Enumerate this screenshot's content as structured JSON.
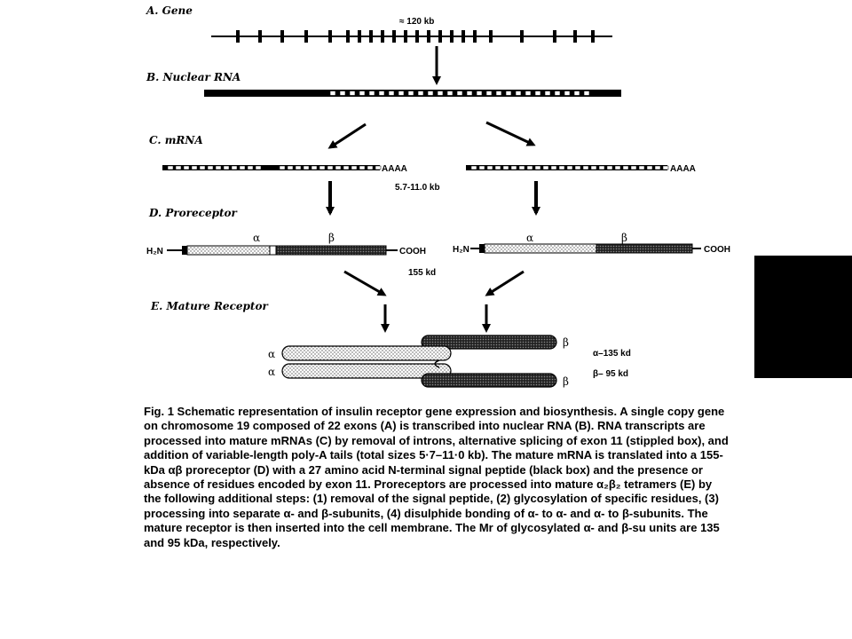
{
  "labels": {
    "gene": "A. Gene",
    "nuclear_rna": "B. Nuclear RNA",
    "mrna": "C. mRNA",
    "proreceptor": "D. Proreceptor",
    "mature_receptor": "E. Mature Receptor"
  },
  "annotations": {
    "gene_size": "≈ 120 kb",
    "mrna_size": "5.7-11.0 kb",
    "proreceptor_size": "155 kd",
    "h2n": "H₂N",
    "cooh": "COOH",
    "alpha": "α",
    "beta": "β",
    "poly_a": "AAAA",
    "alpha_mw": "α–135 kd",
    "beta_mw": "β– 95 kd"
  },
  "caption": "Fig. 1 Schematic representation of insulin receptor gene expression and biosynthesis. A single copy gene on chromosome 19 composed of 22 exons (A) is transcribed into nuclear RNA (B). RNA transcripts are processed into mature mRNAs (C) by removal of introns, alternative splicing of exon 11 (stippled box), and addition of variable-length poly-A tails (total sizes 5·7–11·0 kb). The mature mRNA is translated into a 155-kDa αβ proreceptor (D) with a 27 amino acid N-terminal signal peptide (black box) and the presence or absence of residues encoded by exon 11. Proreceptors are processed into mature α₂β₂ tetramers (E) by the following additional steps: (1) removal of the signal peptide, (2) glycosylation of specific residues, (3) processing into separate α- and β-subunits, (4) disulphide bonding of α- to α- and α- to β-subunits. The mature receptor is then inserted into the cell membrane. The Mr of glycosylated α- and β-su units are 135 and 95 kDa, respectively."
}
